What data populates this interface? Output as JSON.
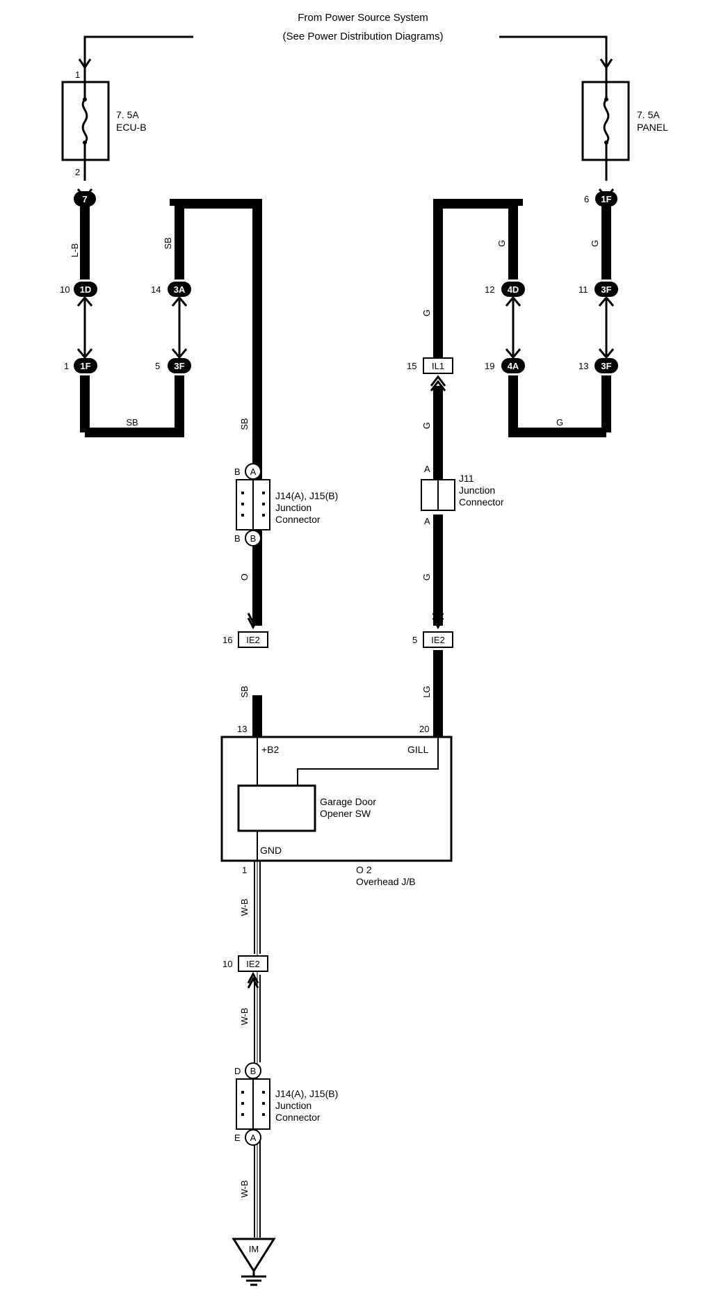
{
  "header": {
    "line1": "From Power Source System",
    "line2": "(See Power Distribution Diagrams)"
  },
  "fuses": {
    "left": {
      "pin_in": "1",
      "pin_out": "2",
      "rating": "7. 5A",
      "name": "ECU-B"
    },
    "right": {
      "rating": "7. 5A",
      "name": "PANEL"
    }
  },
  "connectors": {
    "c7": "7",
    "c1F_top": "1F",
    "c1D": "1D",
    "c1F_low": "1F",
    "c3A": "3A",
    "c3F_left": "3F",
    "c4D": "4D",
    "c4A": "4A",
    "c3F_r1": "3F",
    "c3F_r2": "3F",
    "cIL1": "IL1",
    "cIE2_left": "IE2",
    "cIE2_right": "IE2",
    "cIE2_bottom": "IE2",
    "cA_top": "A",
    "cB_top": "B",
    "cB_bottom": "B",
    "cA_bottom": "A",
    "ground": "IM"
  },
  "pins": {
    "p10": "10",
    "p1": "1",
    "p14": "14",
    "p5": "5",
    "p6": "6",
    "p12": "12",
    "p11": "11",
    "p19": "19",
    "p13": "13",
    "p15": "15",
    "p16": "16",
    "p5b": "5",
    "p13b": "13",
    "p20": "20",
    "p1b": "1",
    "p10b": "10",
    "pB1": "B",
    "pB2": "B",
    "pA1": "A",
    "pA2": "A",
    "pD": "D",
    "pE": "E"
  },
  "wires": {
    "lb": "L-B",
    "sb": "SB",
    "g": "G",
    "o": "O",
    "lg": "LG",
    "wb": "W-B"
  },
  "junctions": {
    "j14_top": {
      "title": "J14(A), J15(B)",
      "line2": "Junction",
      "line3": "Connector"
    },
    "j11": {
      "title": "J11",
      "line2": "Junction",
      "line3": "Connector"
    },
    "j14_bottom": {
      "title": "J14(A), J15(B)",
      "line2": "Junction",
      "line3": "Connector"
    }
  },
  "overhead": {
    "b2": "+B2",
    "gill": "GILL",
    "gnd": "GND",
    "sw_line1": "Garage Door",
    "sw_line2": "Opener SW",
    "id": "O 2",
    "name": "Overhead J/B"
  }
}
